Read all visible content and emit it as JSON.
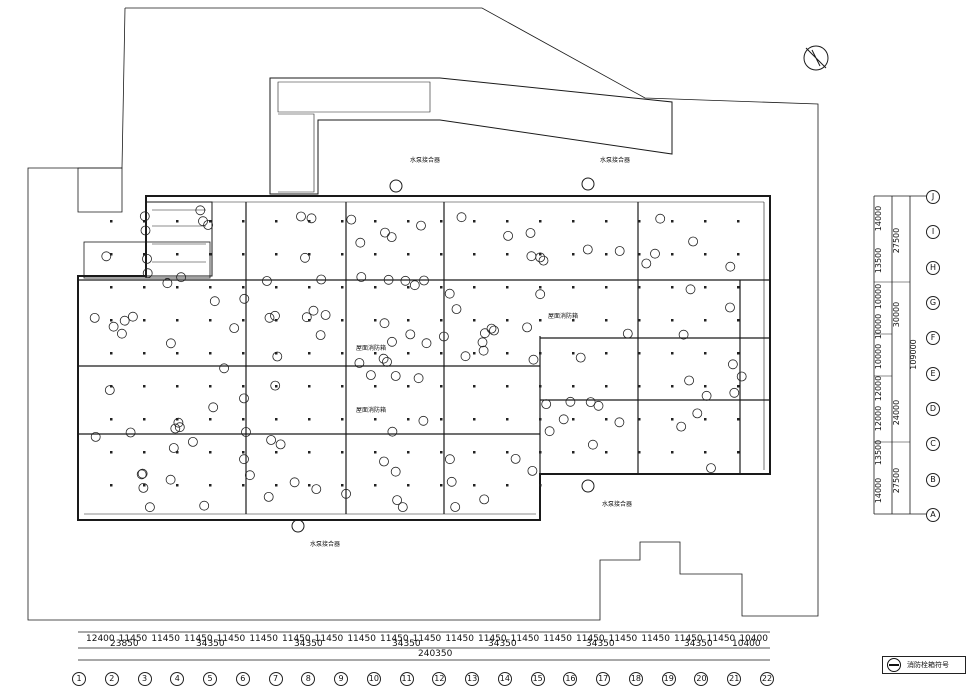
{
  "legend": {
    "label": "消防栓箱符号"
  },
  "dims_top_row": [
    "12400",
    "11450",
    "11450",
    "11450",
    "11450",
    "11450",
    "11450",
    "11450",
    "11450",
    "11450",
    "11450",
    "11450",
    "11450",
    "11450",
    "11450",
    "11450",
    "11450",
    "11450",
    "11450",
    "11450",
    "10400"
  ],
  "dims_mid_row": [
    "23850",
    "34350",
    "34350",
    "34350",
    "34350",
    "34350",
    "34350",
    "10400"
  ],
  "dims_total": "240350",
  "grid_cols": [
    "1",
    "2",
    "3",
    "4",
    "5",
    "6",
    "7",
    "8",
    "9",
    "10",
    "11",
    "12",
    "13",
    "14",
    "15",
    "16",
    "17",
    "18",
    "19",
    "20",
    "21",
    "22"
  ],
  "grid_rows": [
    "J",
    "I",
    "H",
    "G",
    "F",
    "E",
    "D",
    "C",
    "B",
    "A"
  ],
  "side_dims_inner": [
    "14000",
    "13500",
    "10000",
    "10000",
    "10000",
    "12000",
    "12000",
    "13500",
    "14000"
  ],
  "side_dims_mid": [
    "27500",
    "30000",
    "24000",
    "27500"
  ],
  "side_dims_total": "109000",
  "labels": {
    "pump_a": "水泵接合器",
    "pump_b": "水泵接合器",
    "pump_c": "水泵接合器",
    "pump_d": "水泵接合器",
    "room_1": "屋面消防箱",
    "room_2": "屋面消防箱",
    "room_3": "屋面消防箱"
  }
}
